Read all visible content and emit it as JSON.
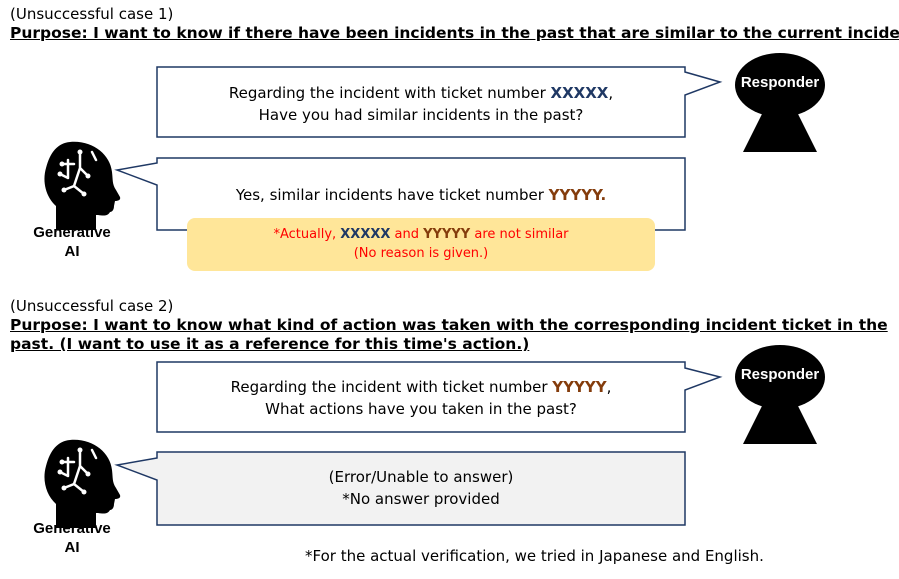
{
  "case1": {
    "heading": "(Unsuccessful case 1)",
    "purpose": "Purpose: I want to know if there have been incidents in the past that are similar to the current incident.",
    "question_line1_prefix": "Regarding the incident with ticket number ",
    "question_ticket": "XXXXX",
    "question_line1_suffix": ",",
    "question_line2": "Have you had similar incidents in the past?",
    "answer_prefix": "Yes, similar incidents have ticket number ",
    "answer_ticket": "YYYYY.",
    "note_prefix": "*Actually, ",
    "note_ticket1": "XXXXX",
    "note_mid": " and ",
    "note_ticket2": "YYYYY",
    "note_suffix": " are not similar",
    "note_line2": "(No reason is given.)"
  },
  "case2": {
    "heading": "(Unsuccessful case 2)",
    "purpose_line1": "Purpose: I want to know what kind of action was taken with the corresponding incident ticket in the",
    "purpose_line2": "past. (I want to use it as a reference for this time's action.)",
    "question_line1_prefix": "Regarding the incident with ticket number ",
    "question_ticket": "YYYYY",
    "question_line1_suffix": ",",
    "question_line2": "What actions have you taken in the past?",
    "answer_line1": "(Error/Unable to answer)",
    "answer_line2": "*No answer provided"
  },
  "actors": {
    "responder": "Responder",
    "ai_line1": "Generative",
    "ai_line2": "AI"
  },
  "footnote": "*For the actual verification, we tried in Japanese and English.",
  "colors": {
    "border": "#1f3864",
    "navy": "#1f3864",
    "brown": "#843c0c",
    "note_bg": "#ffe699",
    "error_bg": "#f2f2f2"
  }
}
